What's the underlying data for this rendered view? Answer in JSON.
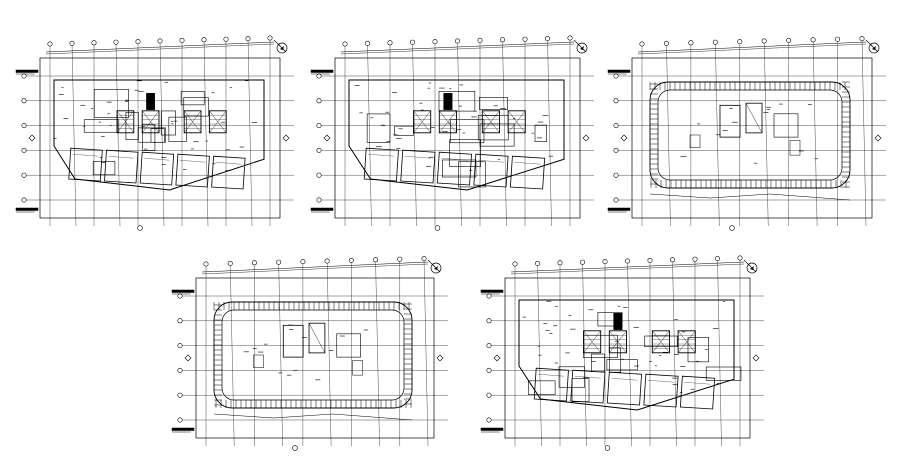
{
  "drawing": {
    "background": "#ffffff",
    "ink": "#000000",
    "plans": [
      {
        "id": "plan-1",
        "kind": "unit-floor"
      },
      {
        "id": "plan-2",
        "kind": "unit-floor"
      },
      {
        "id": "plan-3",
        "kind": "parking-ramp"
      },
      {
        "id": "plan-4",
        "kind": "parking-ramp"
      },
      {
        "id": "plan-5",
        "kind": "unit-floor"
      }
    ],
    "north_arrow_icon": "north-arrow-icon",
    "grid_bubble_icon": "grid-bubble-icon"
  }
}
